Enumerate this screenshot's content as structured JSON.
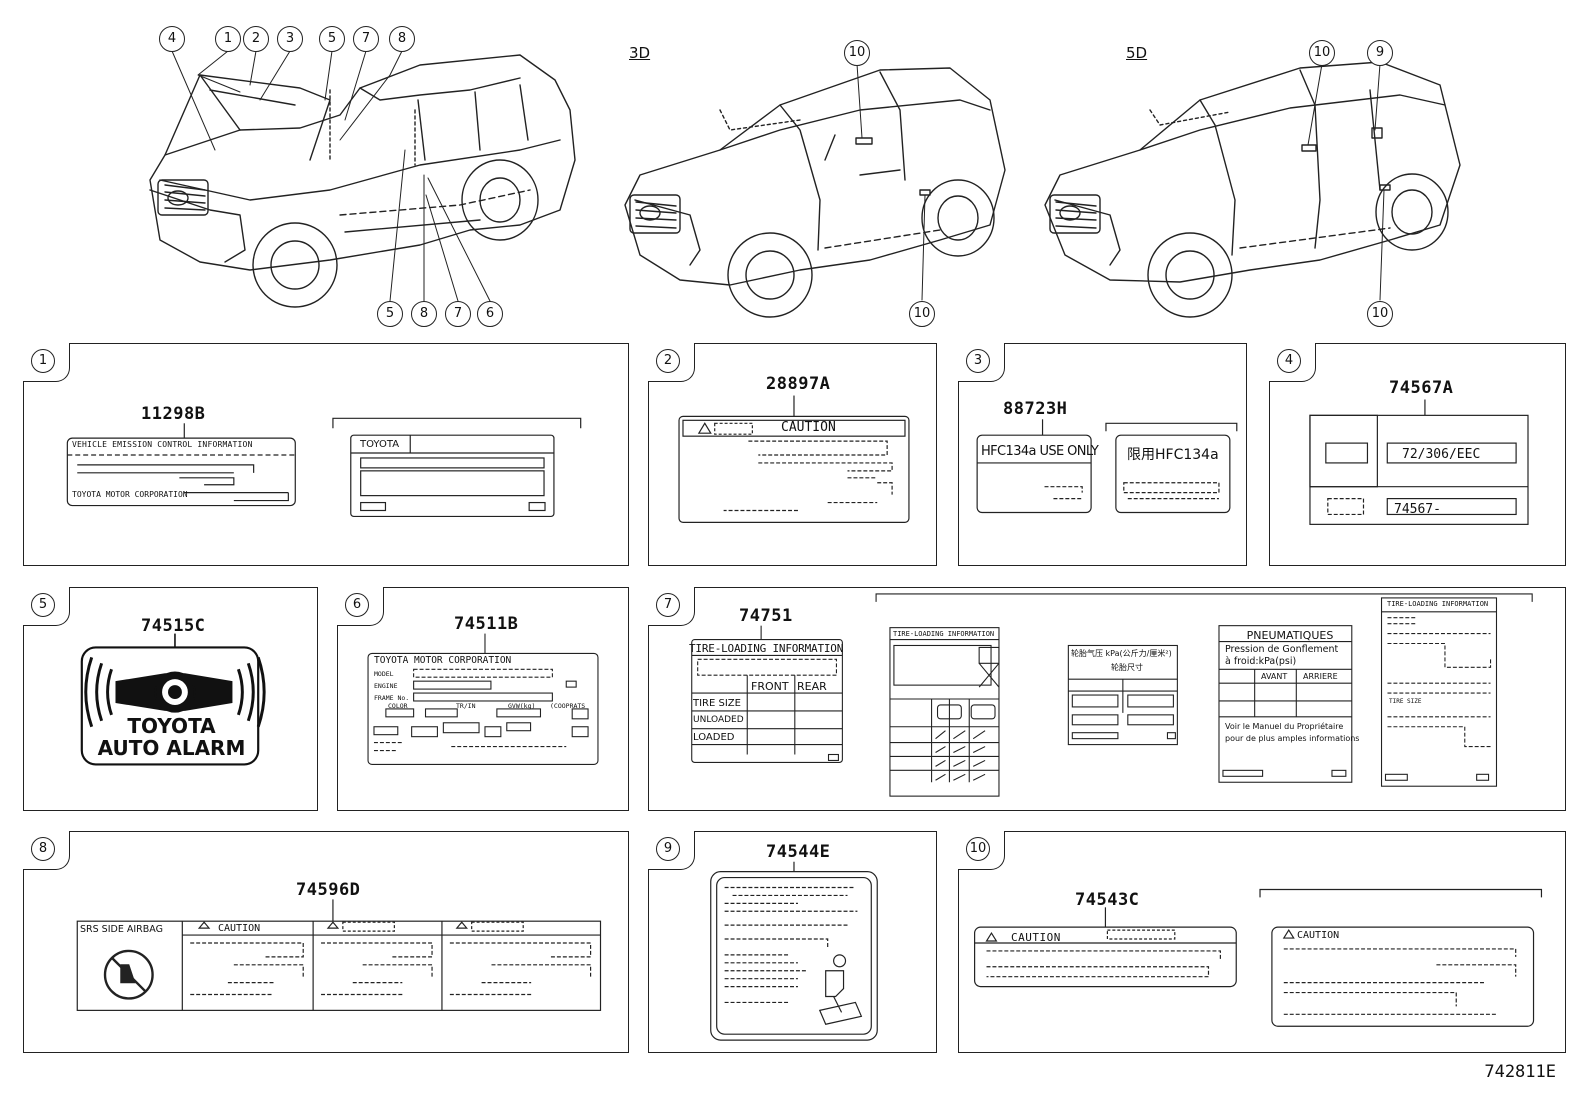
{
  "variants": {
    "three_door": "3D",
    "five_door": "5D"
  },
  "callouts": {
    "car1_top": [
      "4",
      "1",
      "2",
      "3",
      "5",
      "7",
      "8"
    ],
    "car1_bottom": [
      "5",
      "8",
      "7",
      "6"
    ],
    "car2_top": [
      "10"
    ],
    "car2_bottom": [
      "10"
    ],
    "car3_top": [
      "10",
      "9"
    ],
    "car3_bottom": [
      "10"
    ]
  },
  "panels": [
    {
      "ref": "1",
      "part_number": "11298B",
      "texts": [
        "VEHICLE EMISSION CONTROL INFORMATION",
        "TOYOTA MOTOR CORPORATION",
        "TOYOTA"
      ]
    },
    {
      "ref": "2",
      "part_number": "28897A",
      "texts": [
        "CAUTION"
      ]
    },
    {
      "ref": "3",
      "part_number": "88723H",
      "texts": [
        "HFC134a USE ONLY",
        "限用HFC134a"
      ]
    },
    {
      "ref": "4",
      "part_number": "74567A",
      "texts": [
        "72/306/EEC",
        "74567-"
      ]
    },
    {
      "ref": "5",
      "part_number": "74515C",
      "texts": [
        "TOYOTA",
        "AUTO ALARM"
      ]
    },
    {
      "ref": "6",
      "part_number": "74511B",
      "texts": [
        "TOYOTA MOTOR CORPORATION",
        "MODEL",
        "ENGINE",
        "FRAME No.",
        "COLOR",
        "TR/IN",
        "GVW(kg)",
        "(COOPRATS"
      ]
    },
    {
      "ref": "7",
      "part_number": "74751",
      "texts": [
        "TIRE-LOADING INFORMATION",
        "FRONT",
        "REAR",
        "TIRE SIZE",
        "UNLOADED",
        "LOADED",
        "PNEUMATIQUES",
        "Pression de Gonflement",
        "à froid:kPa(psi)",
        "AVANT",
        "ARRIERE",
        "Voir le Manuel du Propriétaire",
        "pour de plus amples informations",
        "轮胎气压 kPa(公斤力/厘米²)",
        "轮胎尺寸",
        "TIRE SIZE"
      ]
    },
    {
      "ref": "8",
      "part_number": "74596D",
      "texts": [
        "SRS SIDE AIRBAG",
        "CAUTION"
      ]
    },
    {
      "ref": "9",
      "part_number": "74544E",
      "texts": []
    },
    {
      "ref": "10",
      "part_number": "74543C",
      "texts": [
        "CAUTION",
        "CAUTION"
      ]
    }
  ],
  "figure_id": "742811E"
}
